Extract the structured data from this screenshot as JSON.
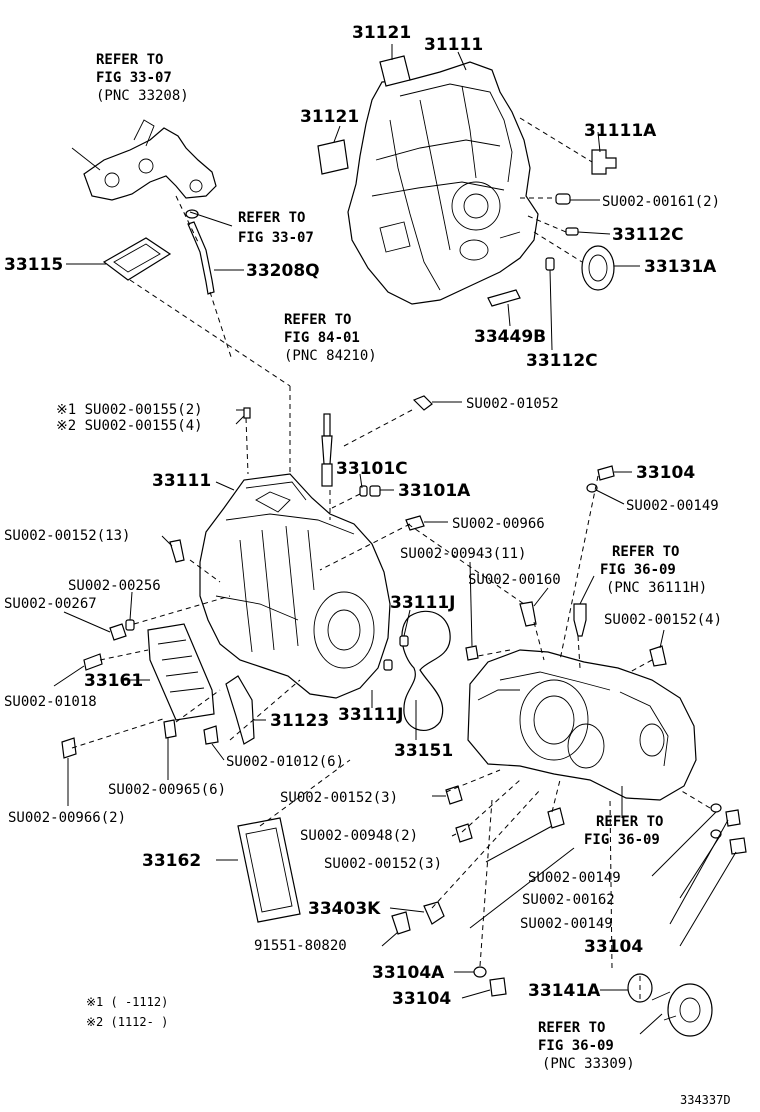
{
  "parts": {
    "p31121_a": "31121",
    "p31111_top": "31111",
    "p31121_b": "31121",
    "p31111A": "31111A",
    "su00161": "SU002-00161(2)",
    "p33112C_a": "33112C",
    "p33131A": "33131A",
    "p33449B": "33449B",
    "p33112C_b": "33112C",
    "p33115": "33115",
    "p33208Q": "33208Q",
    "su01052": "SU002-01052",
    "mark1_su00155": "※1 SU002-00155(2)",
    "mark2_su00155": "※2 SU002-00155(4)",
    "p33111_mid": "33111",
    "p33101C": "33101C",
    "p33101A": "33101A",
    "p33104_a": "33104",
    "su00149_a": "SU002-00149",
    "su00152_13": "SU002-00152(13)",
    "su00966": "SU002-00966",
    "su00943": "SU002-00943(11)",
    "su00256": "SU002-00256",
    "su00267": "SU002-00267",
    "su00160": "SU002-00160",
    "p33111J_a": "33111J",
    "su00152_4": "SU002-00152(4)",
    "p33161": "33161",
    "su01018": "SU002-01018",
    "p31123": "31123",
    "p33111J_b": "33111J",
    "p33151": "33151",
    "su01012": "SU002-01012(6)",
    "su00965": "SU002-00965(6)",
    "su00152_3a": "SU002-00152(3)",
    "su00966_2": "SU002-00966(2)",
    "su00948": "SU002-00948(2)",
    "su00152_3b": "SU002-00152(3)",
    "p33162": "33162",
    "su00149_b": "SU002-00149",
    "su00162": "SU002-00162",
    "su00149_c": "SU002-00149",
    "p33403K": "33403K",
    "p33104_b": "33104",
    "p9155180820": "91551-80820",
    "p33104A": "33104A",
    "p33141A": "33141A",
    "p33104_c": "33104"
  },
  "refs": {
    "r1": [
      "REFER TO",
      "FIG 33-07",
      "(PNC 33208)"
    ],
    "r2": [
      "REFER TO",
      "FIG 33-07"
    ],
    "r3": [
      "REFER TO",
      "FIG 84-01",
      "(PNC 84210)"
    ],
    "r4": [
      "REFER TO",
      "FIG 36-09",
      "(PNC 36111H)"
    ],
    "r5": [
      "REFER TO",
      "FIG 36-09"
    ],
    "r6": [
      "REFER TO",
      "FIG 36-09",
      "(PNC 33309)"
    ]
  },
  "notes": {
    "note1": "※1 (      -1112)",
    "note2": "※2 (1112-      )"
  },
  "figure_code": "334337D"
}
